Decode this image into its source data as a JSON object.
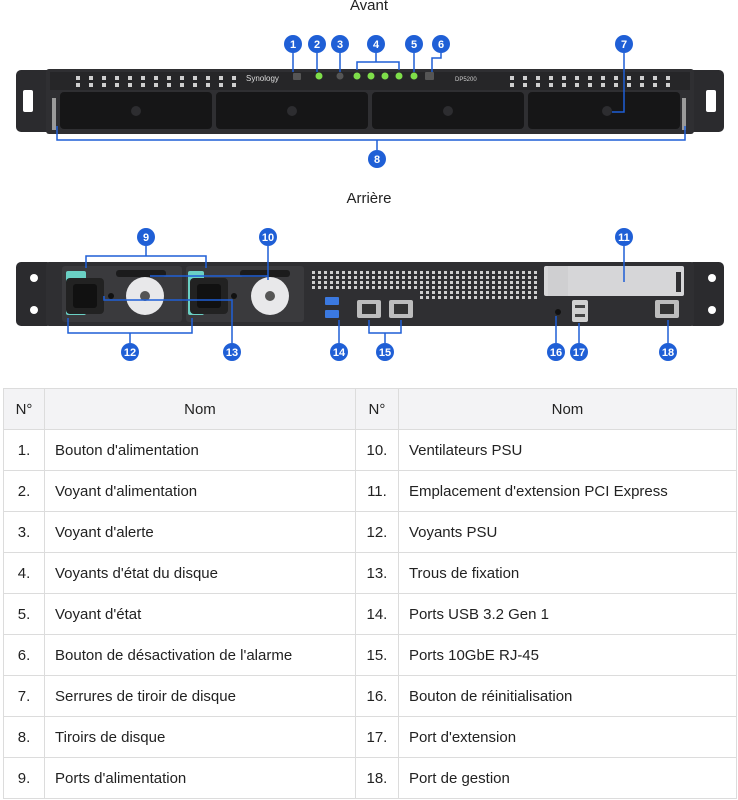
{
  "front": {
    "title": "Avant",
    "model_label": "DP5200",
    "brand": "Synology"
  },
  "rear": {
    "title": "Arrière"
  },
  "callouts": [
    "1",
    "2",
    "3",
    "4",
    "5",
    "6",
    "7",
    "8",
    "9",
    "10",
    "11",
    "12",
    "13",
    "14",
    "15",
    "16",
    "17",
    "18"
  ],
  "table": {
    "headers": {
      "num": "N°",
      "name": "Nom",
      "num2": "N°",
      "name2": "Nom"
    },
    "rows": [
      {
        "n1": "1.",
        "c1": "Bouton d'alimentation",
        "n2": "10.",
        "c2": "Ventilateurs PSU"
      },
      {
        "n1": "2.",
        "c1": "Voyant d'alimentation",
        "n2": "11.",
        "c2": "Emplacement d'extension PCI Express"
      },
      {
        "n1": "3.",
        "c1": "Voyant d'alerte",
        "n2": "12.",
        "c2": "Voyants PSU"
      },
      {
        "n1": "4.",
        "c1": "Voyants d'état du disque",
        "n2": "13.",
        "c2": "Trous de fixation"
      },
      {
        "n1": "5.",
        "c1": "Voyant d'état",
        "n2": "14.",
        "c2": "Ports USB 3.2 Gen 1"
      },
      {
        "n1": "6.",
        "c1": "Bouton de désactivation de l'alarme",
        "n2": "15.",
        "c2": "Ports 10GbE RJ-45"
      },
      {
        "n1": "7.",
        "c1": "Serrures de tiroir de disque",
        "n2": "16.",
        "c2": "Bouton de réinitialisation"
      },
      {
        "n1": "8.",
        "c1": "Tiroirs de disque",
        "n2": "17.",
        "c2": "Port d'extension"
      },
      {
        "n1": "9.",
        "c1": "Ports d'alimentation",
        "n2": "18.",
        "c2": "Port de gestion"
      }
    ]
  }
}
